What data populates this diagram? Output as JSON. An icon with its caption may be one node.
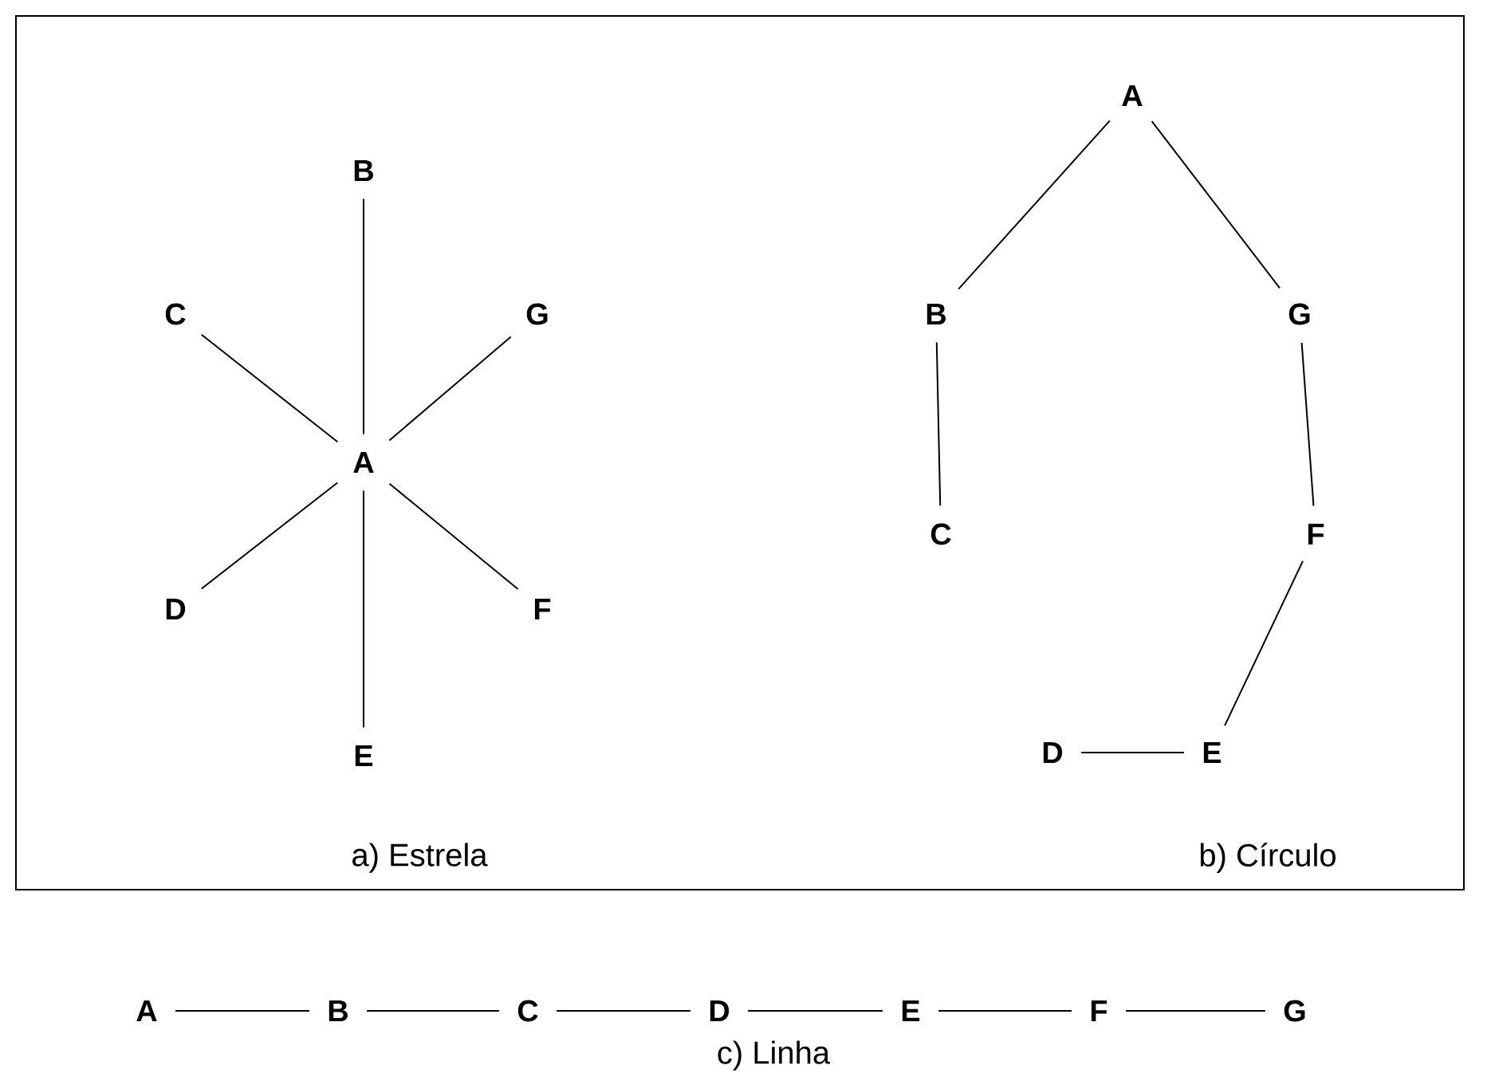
{
  "diagram": {
    "nodes": [
      {
        "text": [
          "B"
        ]
      },
      {
        "text": [
          "C"
        ]
      },
      {
        "text": [
          "G"
        ]
      },
      {
        "text": [
          "A"
        ]
      },
      {
        "text": [
          "D"
        ]
      },
      {
        "text": [
          "F"
        ]
      },
      {
        "text": [
          "E"
        ]
      },
      {
        "text": [
          "A"
        ]
      },
      {
        "text": [
          "B"
        ]
      },
      {
        "text": [
          "G"
        ]
      },
      {
        "text": [
          "C"
        ]
      },
      {
        "text": [
          "F"
        ]
      },
      {
        "text": [
          "D"
        ]
      },
      {
        "text": [
          "E"
        ]
      },
      {
        "text": [
          "A"
        ]
      },
      {
        "text": [
          "B"
        ]
      },
      {
        "text": [
          "C"
        ]
      },
      {
        "text": [
          "D"
        ]
      },
      {
        "text": [
          "E"
        ]
      },
      {
        "text": [
          "F"
        ]
      },
      {
        "text": [
          "G"
        ]
      }
    ],
    "edges": [
      {
        "from": 3,
        "to": 0,
        "arrow": "none"
      },
      {
        "from": 3,
        "to": 1,
        "arrow": "none"
      },
      {
        "from": 3,
        "to": 2,
        "arrow": "none"
      },
      {
        "from": 3,
        "to": 4,
        "arrow": "none"
      },
      {
        "from": 3,
        "to": 5,
        "arrow": "none"
      },
      {
        "from": 3,
        "to": 6,
        "arrow": "none"
      },
      {
        "from": 7,
        "to": 8,
        "arrow": "none"
      },
      {
        "from": 7,
        "to": 9,
        "arrow": "none"
      },
      {
        "from": 8,
        "to": 10,
        "arrow": "none"
      },
      {
        "from": 9,
        "to": 11,
        "arrow": "none"
      },
      {
        "from": 11,
        "to": 13,
        "arrow": "none"
      },
      {
        "from": 12,
        "to": 13,
        "arrow": "none"
      },
      {
        "from": 14,
        "to": 15,
        "arrow": "none"
      },
      {
        "from": 15,
        "to": 16,
        "arrow": "none"
      },
      {
        "from": 16,
        "to": 17,
        "arrow": "none"
      },
      {
        "from": 17,
        "to": 18,
        "arrow": "none"
      },
      {
        "from": 18,
        "to": 19,
        "arrow": "none"
      },
      {
        "from": 19,
        "to": 20,
        "arrow": "none"
      }
    ],
    "labels": [
      "a) Estrela",
      "b) Círculo",
      "c) Linha"
    ]
  }
}
